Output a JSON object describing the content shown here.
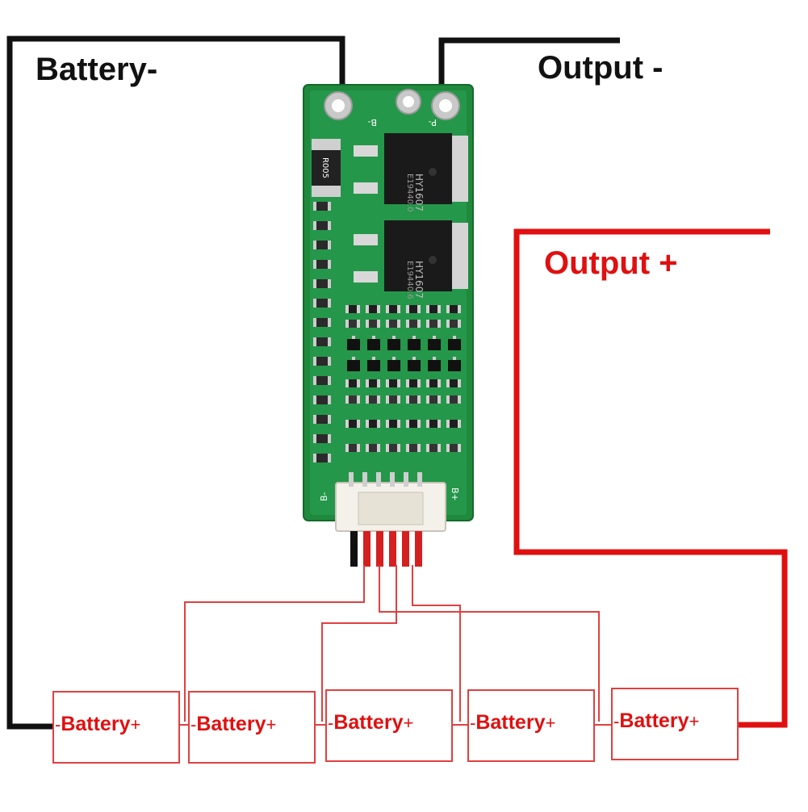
{
  "labels": {
    "battery_minus": "Battery-",
    "output_minus": "Output -",
    "output_plus": "Output +"
  },
  "pcb": {
    "pad_b_minus": "B-",
    "pad_p_minus": "P-",
    "pad_b_plus": "B+",
    "pad_b_minus_bottom": "B-",
    "resistor_code": "R005",
    "mosfet_marking": "HY1607",
    "mosfet_lot_1": "E19440.0",
    "mosfet_lot_2": "E19440.6"
  },
  "batteries": [
    {
      "label": "Battery",
      "minus": "-",
      "plus": "+"
    },
    {
      "label": "Battery",
      "minus": "-",
      "plus": "+"
    },
    {
      "label": "Battery",
      "minus": "-",
      "plus": "+"
    },
    {
      "label": "Battery",
      "minus": "-",
      "plus": "+"
    },
    {
      "label": "Battery",
      "minus": "-",
      "plus": "+"
    }
  ],
  "colors": {
    "negative_wire": "#111111",
    "positive_wire": "#e01010",
    "balance_wire": "#e04040",
    "pcb_green": "#1f8a3c",
    "label_black": "#111111",
    "label_red": "#e01010"
  }
}
